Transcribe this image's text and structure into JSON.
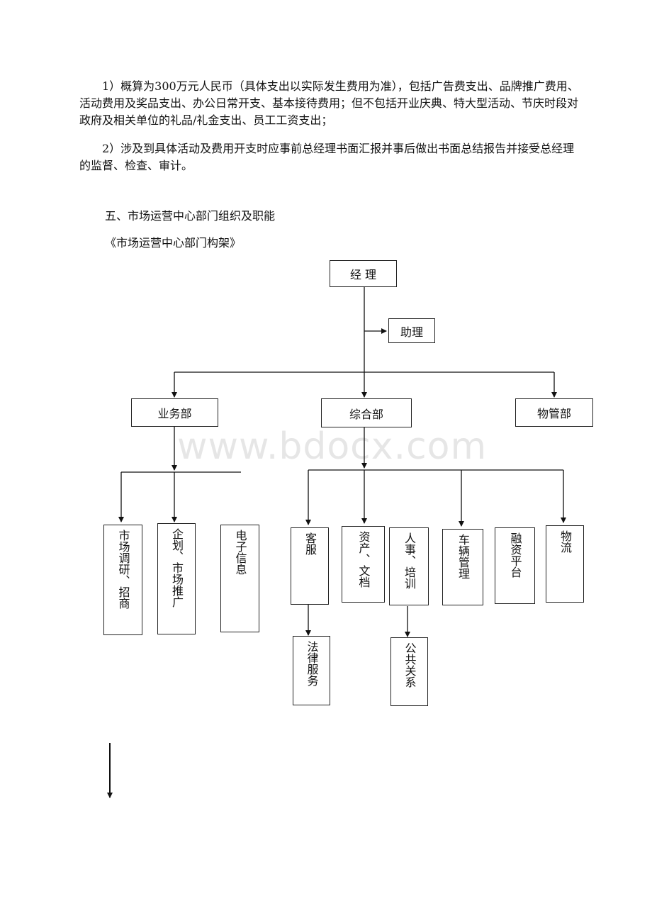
{
  "paragraphs": {
    "p1": "1）概算为300万元人民币（具体支出以实际发生费用为准），包括广告费支出、品牌推广费用、活动费用及奖品支出、办公日常开支、基本接待费用；但不包括开业庆典、特大型活动、节庆时段对政府及相关单位的礼品/礼金支出、员工工资支出；",
    "p2": "2）涉及到具体活动及费用开支时应事前总经理书面汇报并事后做出书面总结报告并接受总经理的监督、检查、审计。"
  },
  "section_heading": "五、市场运营中心部门组织及职能",
  "chart_caption": "《市场运营中心部门构架》",
  "watermark": "www.bdocx.com",
  "org_chart": {
    "manager": "经 理",
    "assistant": "助理",
    "departments": {
      "business": "业务部",
      "general": "综合部",
      "property": "物管部"
    },
    "business_units": {
      "research": "市场调研、招商",
      "planning": "企划、市场推广",
      "ecommerce": "电子信息"
    },
    "general_units": {
      "service": "客服",
      "assets": "资产、文档",
      "hr": "人事、培训",
      "vehicle": "车辆管理",
      "finance": "融资平台",
      "logistics": "物流"
    },
    "sub_units": {
      "legal": "法律服务",
      "pr": "公共关系"
    }
  }
}
